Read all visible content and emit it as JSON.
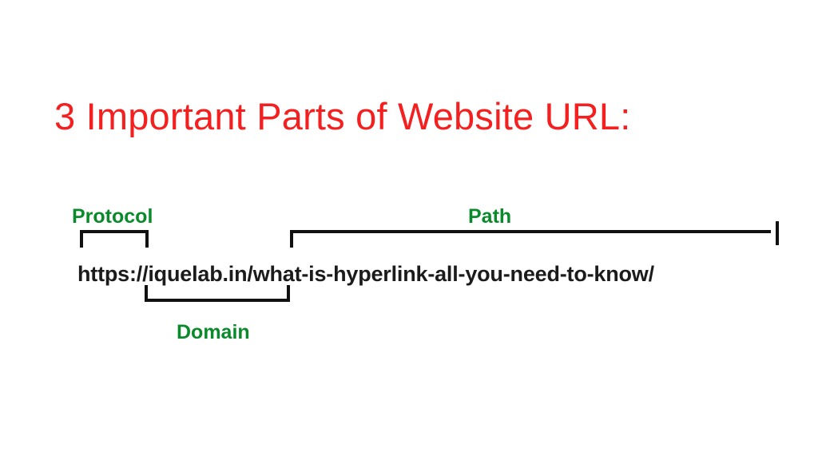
{
  "page": {
    "background_color": "#ffffff",
    "title": "3 Important Parts of Website URL:",
    "title_color": "#f42020"
  },
  "url": {
    "full": "https://iquelab.in/what-is-hyperlink-all-you-need-to-know/",
    "text_color": "#1b1b1b",
    "parts": {
      "protocol": "https://",
      "domain": "iquelab.in",
      "path": "/what-is-hyperlink-all-you-need-to-know/"
    }
  },
  "annotations": {
    "label_color": "#0a8a2a",
    "bracket_color": "#111111",
    "items": [
      {
        "id": "protocol",
        "label": "Protocol",
        "position": "above",
        "covers": "https://"
      },
      {
        "id": "domain",
        "label": "Domain",
        "position": "below",
        "covers": "iquelab.in"
      },
      {
        "id": "path",
        "label": "Path",
        "position": "above",
        "covers": "/what-is-hyperlink-all-you-need-to-know/"
      }
    ]
  }
}
